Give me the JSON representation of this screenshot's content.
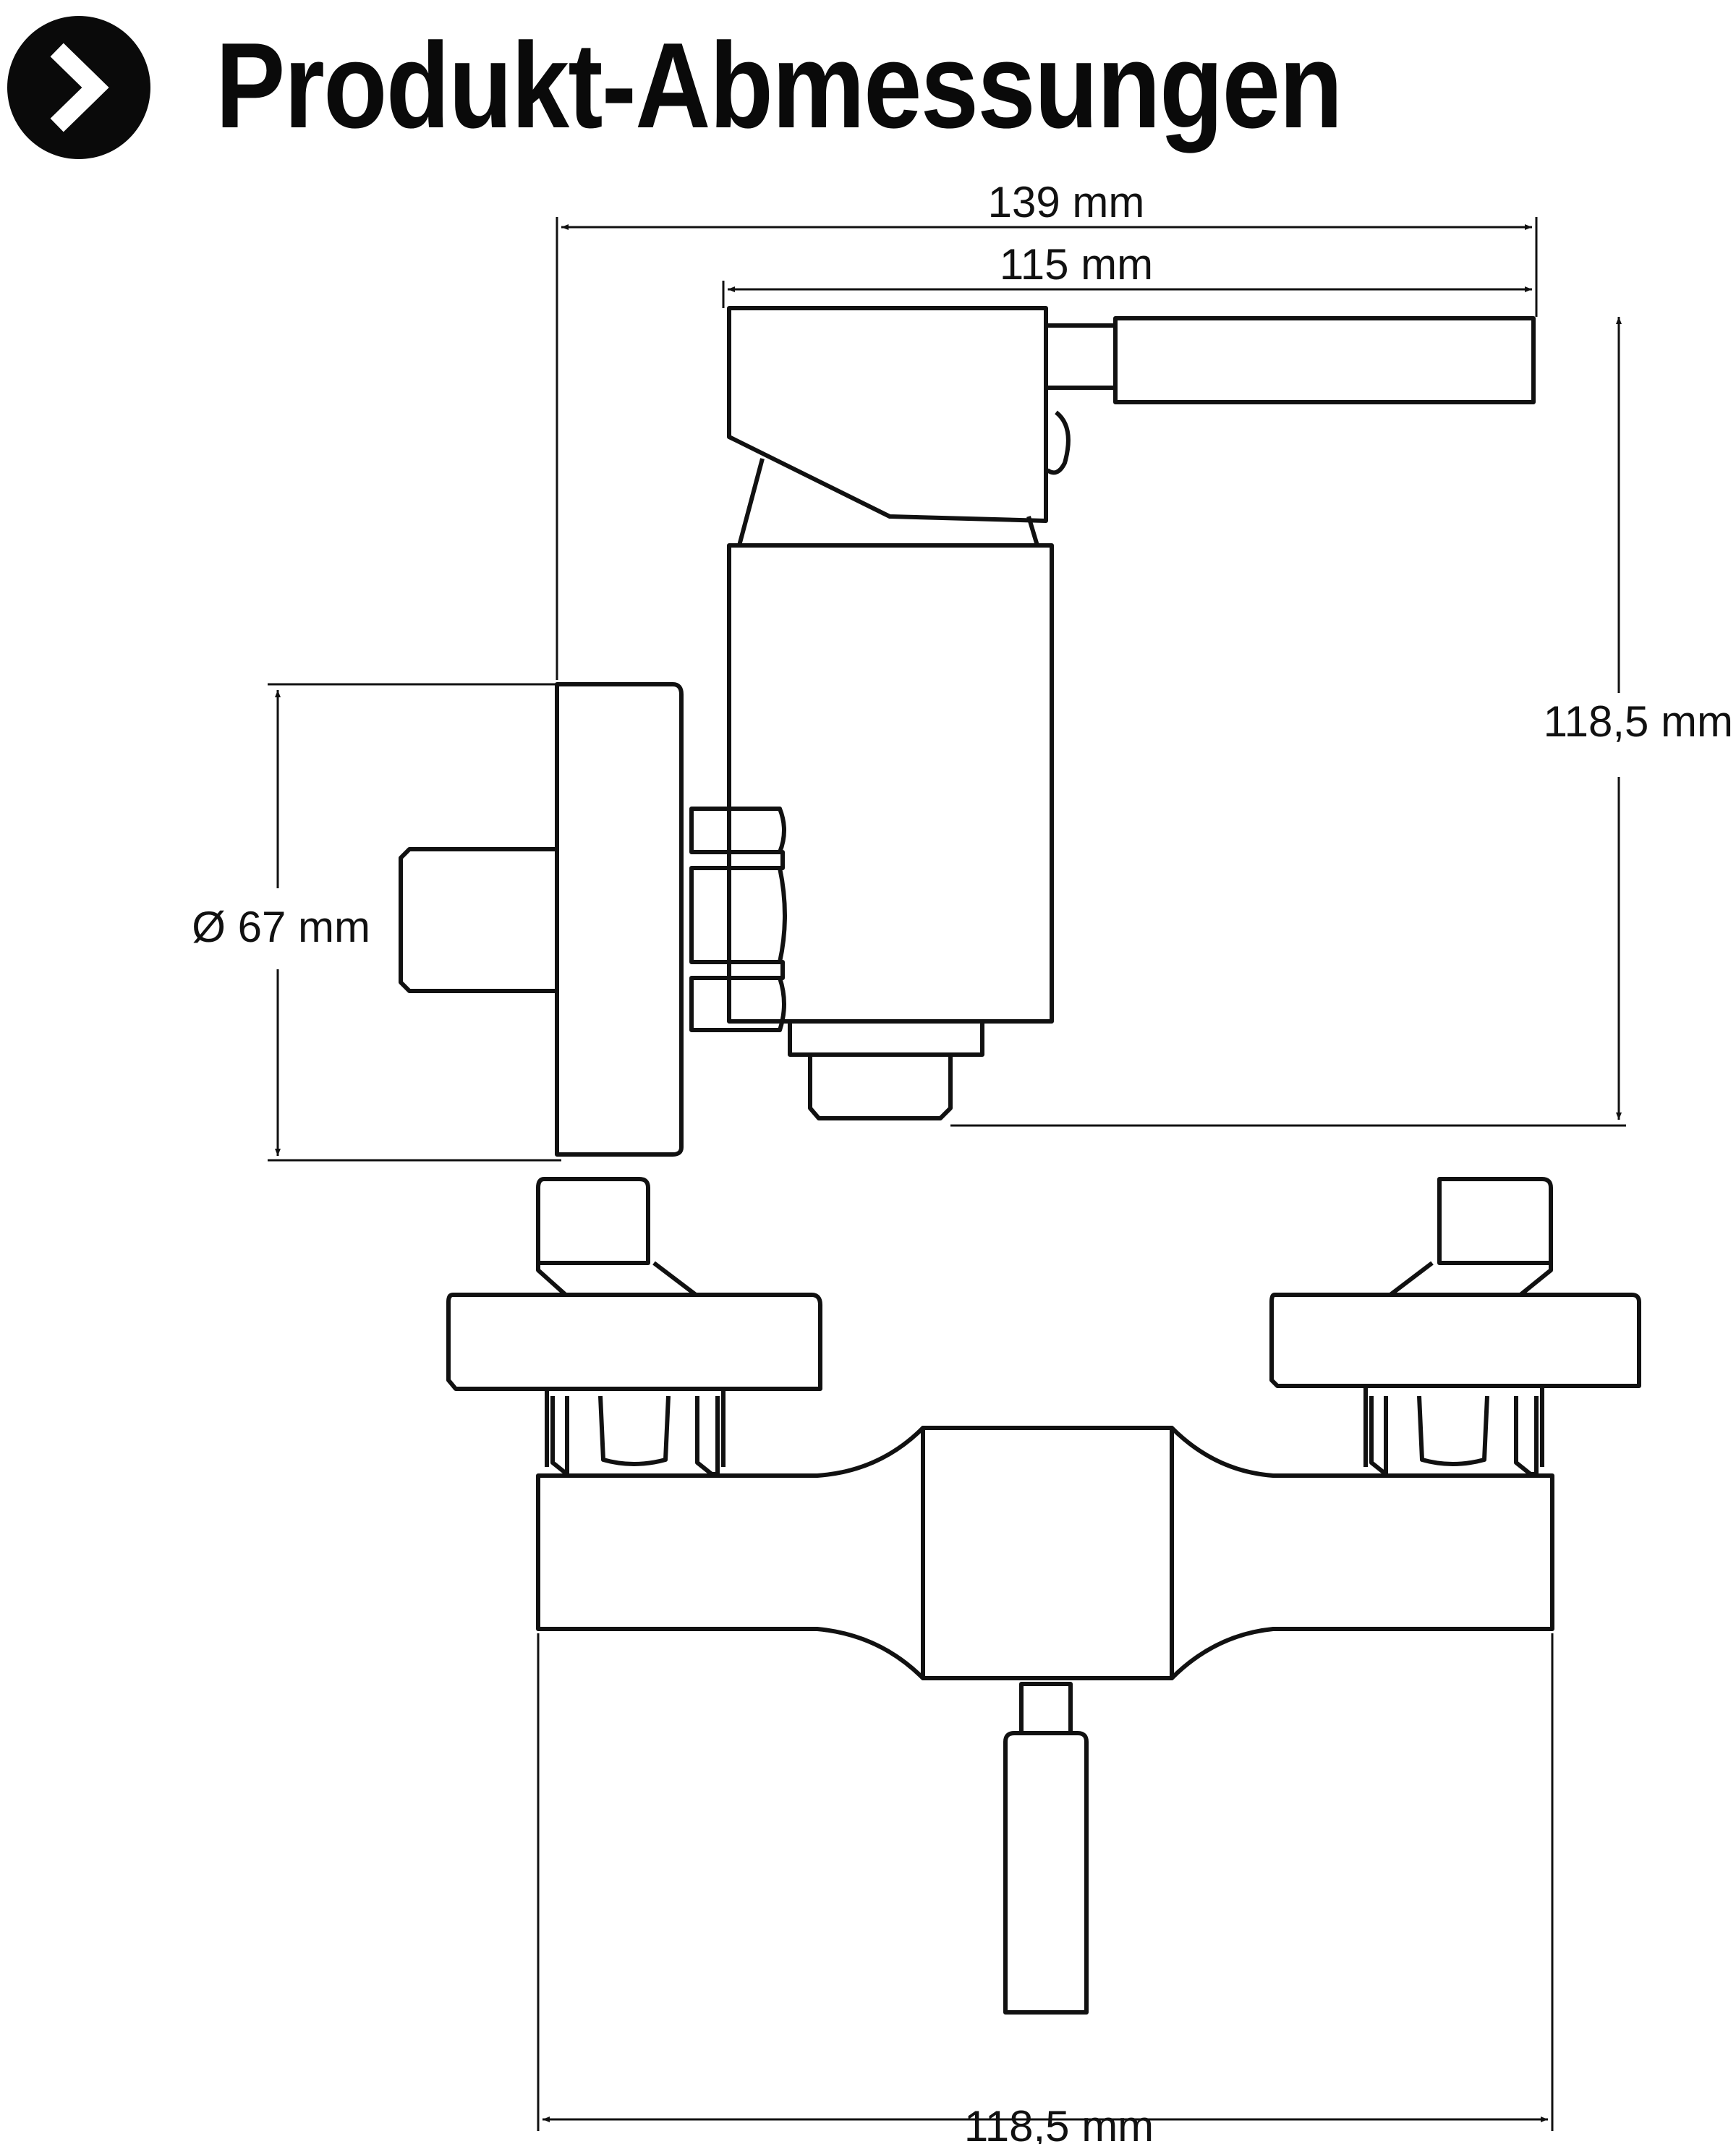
{
  "header": {
    "title": "Produkt-Abmessungen",
    "icon": "chevron-right-icon",
    "badge_color": "#0a0a0a"
  },
  "dimensions": {
    "total_depth": "139 mm",
    "lever_length": "115 mm",
    "side_height": "118,5 mm",
    "rosette_diameter": "Ø 67 mm",
    "front_width": "118,5 mm"
  },
  "colors": {
    "line": "#111111",
    "background": "#ffffff"
  }
}
